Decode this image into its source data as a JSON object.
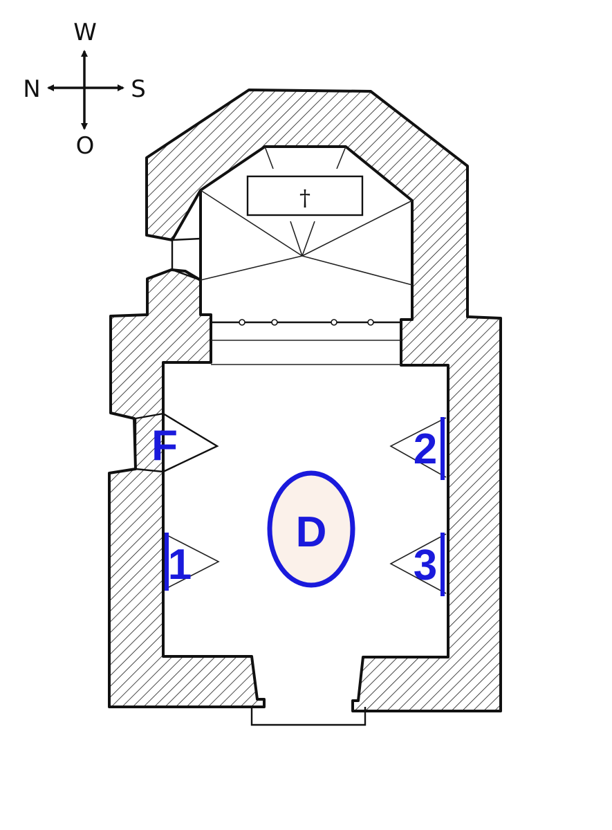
{
  "compass": {
    "top": "W",
    "left": "N",
    "right": "S",
    "bottom": "O"
  },
  "labels": {
    "font": "F",
    "center": "D",
    "pos1": "1",
    "pos2": "2",
    "pos3": "3"
  },
  "symbols": {
    "altar_cross": "†"
  },
  "colors": {
    "annotation_blue": "#1a1adc",
    "center_fill": "#fbf1ea",
    "wall_line": "#111111"
  }
}
